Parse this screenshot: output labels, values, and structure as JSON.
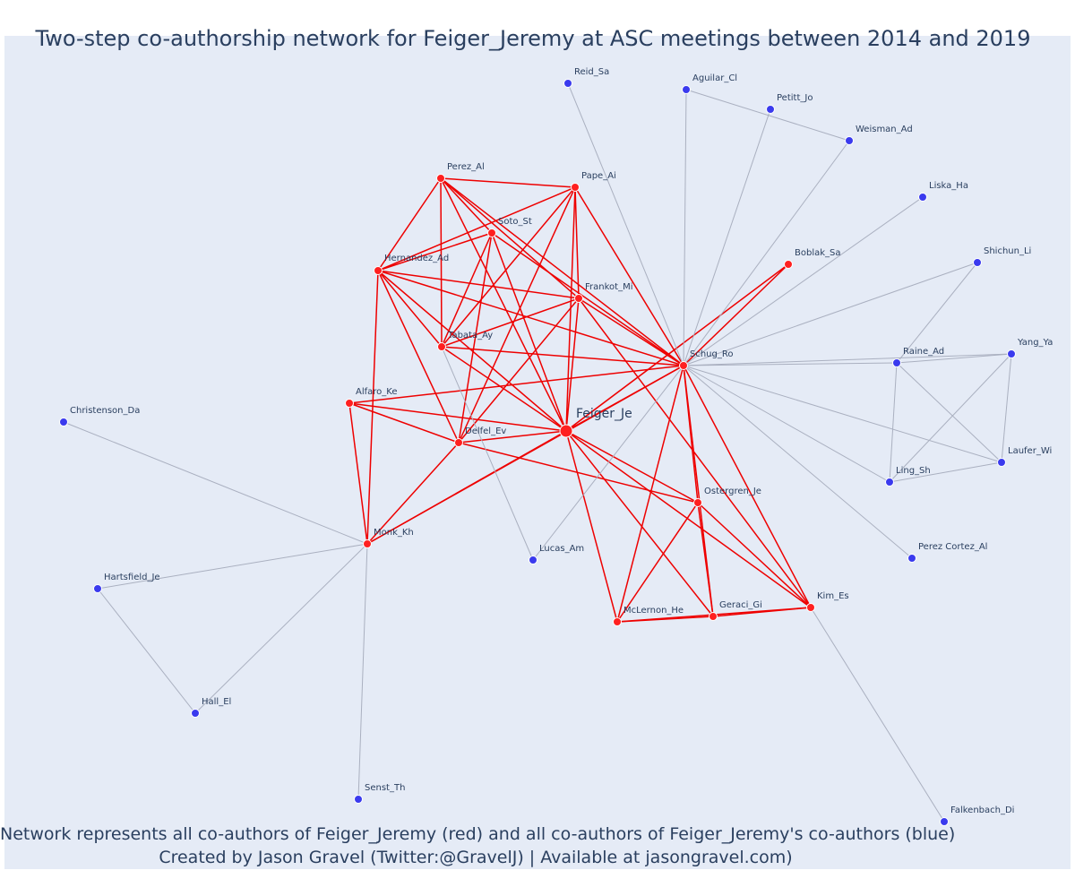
{
  "title": "Two-step co-authorship network for Feiger_Jeremy at ASC meetings between 2014 and 2019",
  "footer": {
    "line1": "Network represents all co-authors of Feiger_Jeremy (red) and all co-authors of Feiger_Jeremy's co-authors (blue)",
    "line2": "Created by Jason Gravel (Twitter:@GravelJ) | Available at jasongravel.com)"
  },
  "colors": {
    "background": "#e5ebf6",
    "first_degree": "#ff2020",
    "second_degree": "#3a3aee",
    "first_degree_edge": "#ee0000",
    "second_degree_edge": "#aab0c0",
    "text": "#2a3f5f"
  },
  "ego": "Feiger_Je",
  "nodes": [
    {
      "id": "Feiger_Je",
      "group": "ego"
    },
    {
      "id": "Perez_Al",
      "group": "first"
    },
    {
      "id": "Pape_Ai",
      "group": "first"
    },
    {
      "id": "Soto_St",
      "group": "first"
    },
    {
      "id": "Hernandez_Ad",
      "group": "first"
    },
    {
      "id": "Frankot_Mi",
      "group": "first"
    },
    {
      "id": "Tabata_Ay",
      "group": "first"
    },
    {
      "id": "Schug_Ro",
      "group": "first"
    },
    {
      "id": "Boblak_Sa",
      "group": "first"
    },
    {
      "id": "Alfaro_Ke",
      "group": "first"
    },
    {
      "id": "Delfel_Ev",
      "group": "first"
    },
    {
      "id": "Ostergren_Je",
      "group": "first"
    },
    {
      "id": "Monk_Kh",
      "group": "first"
    },
    {
      "id": "McLernon_He",
      "group": "first"
    },
    {
      "id": "Geraci_Gi",
      "group": "first"
    },
    {
      "id": "Kim_Es",
      "group": "first"
    },
    {
      "id": "Reid_Sa",
      "group": "second"
    },
    {
      "id": "Aguilar_Cl",
      "group": "second"
    },
    {
      "id": "Petitt_Jo",
      "group": "second"
    },
    {
      "id": "Weisman_Ad",
      "group": "second"
    },
    {
      "id": "Liska_Ha",
      "group": "second"
    },
    {
      "id": "Shichun_Li",
      "group": "second"
    },
    {
      "id": "Raine_Ad",
      "group": "second"
    },
    {
      "id": "Yang_Ya",
      "group": "second"
    },
    {
      "id": "Laufer_Wi",
      "group": "second"
    },
    {
      "id": "Ling_Sh",
      "group": "second"
    },
    {
      "id": "Perez Cortez_Al",
      "group": "second"
    },
    {
      "id": "Christenson_Da",
      "group": "second"
    },
    {
      "id": "Hartsfield_Je",
      "group": "second"
    },
    {
      "id": "Hall_El",
      "group": "second"
    },
    {
      "id": "Senst_Th",
      "group": "second"
    },
    {
      "id": "Lucas_Am",
      "group": "second"
    },
    {
      "id": "Falkenbach_Di",
      "group": "second"
    }
  ],
  "edges": [
    [
      "Feiger_Je",
      "Perez_Al"
    ],
    [
      "Feiger_Je",
      "Pape_Ai"
    ],
    [
      "Feiger_Je",
      "Soto_St"
    ],
    [
      "Feiger_Je",
      "Hernandez_Ad"
    ],
    [
      "Feiger_Je",
      "Frankot_Mi"
    ],
    [
      "Feiger_Je",
      "Tabata_Ay"
    ],
    [
      "Feiger_Je",
      "Schug_Ro"
    ],
    [
      "Feiger_Je",
      "Boblak_Sa"
    ],
    [
      "Feiger_Je",
      "Alfaro_Ke"
    ],
    [
      "Feiger_Je",
      "Delfel_Ev"
    ],
    [
      "Feiger_Je",
      "Ostergren_Je"
    ],
    [
      "Feiger_Je",
      "Monk_Kh"
    ],
    [
      "Feiger_Je",
      "McLernon_He"
    ],
    [
      "Feiger_Je",
      "Geraci_Gi"
    ],
    [
      "Feiger_Je",
      "Kim_Es"
    ],
    [
      "Perez_Al",
      "Pape_Ai"
    ],
    [
      "Perez_Al",
      "Soto_St"
    ],
    [
      "Perez_Al",
      "Hernandez_Ad"
    ],
    [
      "Perez_Al",
      "Frankot_Mi"
    ],
    [
      "Perez_Al",
      "Tabata_Ay"
    ],
    [
      "Perez_Al",
      "Schug_Ro"
    ],
    [
      "Pape_Ai",
      "Hernandez_Ad"
    ],
    [
      "Pape_Ai",
      "Frankot_Mi"
    ],
    [
      "Pape_Ai",
      "Tabata_Ay"
    ],
    [
      "Pape_Ai",
      "Schug_Ro"
    ],
    [
      "Pape_Ai",
      "Delfel_Ev"
    ],
    [
      "Soto_St",
      "Hernandez_Ad"
    ],
    [
      "Soto_St",
      "Tabata_Ay"
    ],
    [
      "Soto_St",
      "Schug_Ro"
    ],
    [
      "Soto_St",
      "Delfel_Ev"
    ],
    [
      "Hernandez_Ad",
      "Frankot_Mi"
    ],
    [
      "Hernandez_Ad",
      "Tabata_Ay"
    ],
    [
      "Hernandez_Ad",
      "Schug_Ro"
    ],
    [
      "Hernandez_Ad",
      "Monk_Kh"
    ],
    [
      "Hernandez_Ad",
      "Delfel_Ev"
    ],
    [
      "Frankot_Mi",
      "Tabata_Ay"
    ],
    [
      "Frankot_Mi",
      "Schug_Ro"
    ],
    [
      "Frankot_Mi",
      "Delfel_Ev"
    ],
    [
      "Frankot_Mi",
      "Kim_Es"
    ],
    [
      "Tabata_Ay",
      "Schug_Ro"
    ],
    [
      "Alfaro_Ke",
      "Schug_Ro"
    ],
    [
      "Alfaro_Ke",
      "Delfel_Ev"
    ],
    [
      "Alfaro_Ke",
      "Monk_Kh"
    ],
    [
      "Delfel_Ev",
      "Ostergren_Je"
    ],
    [
      "Delfel_Ev",
      "Monk_Kh"
    ],
    [
      "Monk_Kh",
      "Schug_Ro"
    ],
    [
      "Schug_Ro",
      "Boblak_Sa"
    ],
    [
      "Schug_Ro",
      "Ostergren_Je"
    ],
    [
      "Schug_Ro",
      "McLernon_He"
    ],
    [
      "Schug_Ro",
      "Geraci_Gi"
    ],
    [
      "Schug_Ro",
      "Kim_Es"
    ],
    [
      "Ostergren_Je",
      "McLernon_He"
    ],
    [
      "Ostergren_Je",
      "Geraci_Gi"
    ],
    [
      "Ostergren_Je",
      "Kim_Es"
    ],
    [
      "McLernon_He",
      "Geraci_Gi"
    ],
    [
      "McLernon_He",
      "Kim_Es"
    ],
    [
      "Geraci_Gi",
      "Kim_Es"
    ],
    [
      "Schug_Ro",
      "Reid_Sa"
    ],
    [
      "Schug_Ro",
      "Aguilar_Cl"
    ],
    [
      "Schug_Ro",
      "Petitt_Jo"
    ],
    [
      "Schug_Ro",
      "Weisman_Ad"
    ],
    [
      "Schug_Ro",
      "Liska_Ha"
    ],
    [
      "Schug_Ro",
      "Shichun_Li"
    ],
    [
      "Schug_Ro",
      "Raine_Ad"
    ],
    [
      "Schug_Ro",
      "Yang_Ya"
    ],
    [
      "Schug_Ro",
      "Laufer_Wi"
    ],
    [
      "Schug_Ro",
      "Ling_Sh"
    ],
    [
      "Schug_Ro",
      "Perez Cortez_Al"
    ],
    [
      "Schug_Ro",
      "Lucas_Am"
    ],
    [
      "Aguilar_Cl",
      "Weisman_Ad"
    ],
    [
      "Raine_Ad",
      "Shichun_Li"
    ],
    [
      "Raine_Ad",
      "Yang_Ya"
    ],
    [
      "Raine_Ad",
      "Ling_Sh"
    ],
    [
      "Raine_Ad",
      "Laufer_Wi"
    ],
    [
      "Yang_Ya",
      "Ling_Sh"
    ],
    [
      "Yang_Ya",
      "Laufer_Wi"
    ],
    [
      "Ling_Sh",
      "Laufer_Wi"
    ],
    [
      "Tabata_Ay",
      "Lucas_Am"
    ],
    [
      "Monk_Kh",
      "Christenson_Da"
    ],
    [
      "Monk_Kh",
      "Hartsfield_Je"
    ],
    [
      "Monk_Kh",
      "Hall_El"
    ],
    [
      "Monk_Kh",
      "Senst_Th"
    ],
    [
      "Hartsfield_Je",
      "Hall_El"
    ],
    [
      "Kim_Es",
      "Falkenbach_Di"
    ]
  ]
}
